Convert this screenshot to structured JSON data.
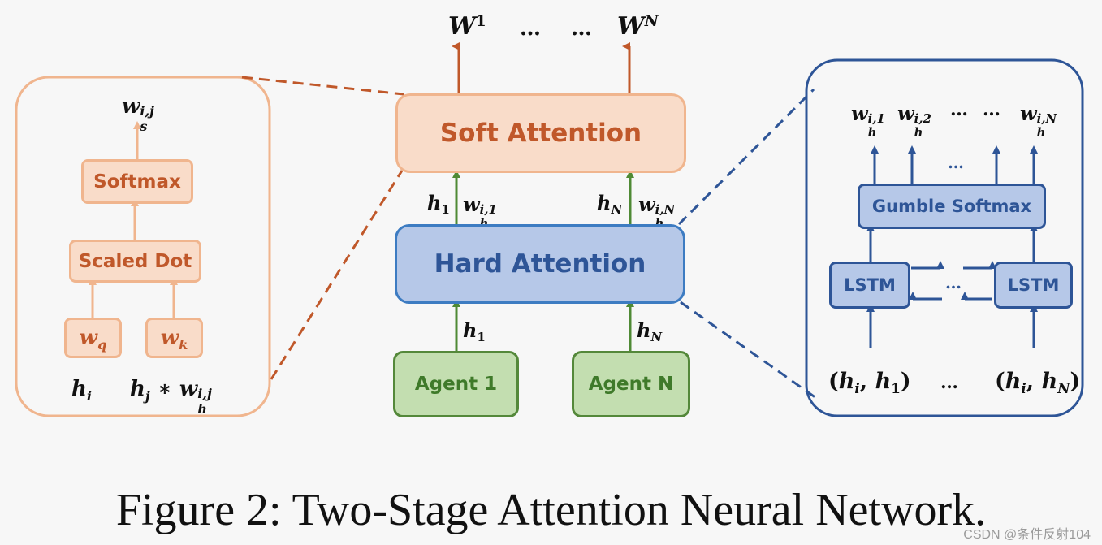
{
  "center": {
    "soft_attention": "Soft Attention",
    "hard_attention": "Hard Attention",
    "agent_1": "Agent 1",
    "agent_n": "Agent N",
    "out_w_base": "W",
    "out_w1_sup": "1",
    "out_wN_sup": "N",
    "ellipsis": "…",
    "h_base": "h",
    "sub_1": "1",
    "sub_N": "N",
    "w_base": "w",
    "w_sub_h": "h",
    "w_sup_i1": "i,1",
    "w_sup_iN": "i,N"
  },
  "left_panel": {
    "output_base": "w",
    "output_sup": "i,j",
    "output_sub": "s",
    "softmax": "Softmax",
    "scaled_dot": "Scaled Dot",
    "wq_base": "w",
    "wq_sub": "q",
    "wk_base": "w",
    "wk_sub": "k",
    "in_h_base": "h",
    "in_h_sub": "i",
    "in_hj_base": "h",
    "in_hj_sub": "j",
    "times": "∗",
    "in_w_base": "w",
    "in_w_sup": "i,j",
    "in_w_sub": "h"
  },
  "right_panel": {
    "out_base": "w",
    "out_sub": "h",
    "out_sup_1": "i,1",
    "out_sup_2": "i,2",
    "out_sup_N": "i,N",
    "ellipsis": "…",
    "gumble_softmax": "Gumble Softmax",
    "lstm": "LSTM",
    "pair_left": "(",
    "pair_right": ")",
    "pair_h": "h",
    "pair_i": "i",
    "pair_1": "1",
    "pair_N": "N",
    "comma": ", "
  },
  "caption": "Figure 2: Two-Stage Attention Neural Network.",
  "watermark": "CSDN @条件反射104",
  "colors": {
    "orange_fill": "#f9dcc9",
    "orange_stroke": "#f0b58e",
    "orange_dark": "#c0582a",
    "blue_fill": "#b6c8e8",
    "blue_stroke": "#2e5597",
    "green_fill": "#c3deb0",
    "green_stroke": "#54883a"
  }
}
